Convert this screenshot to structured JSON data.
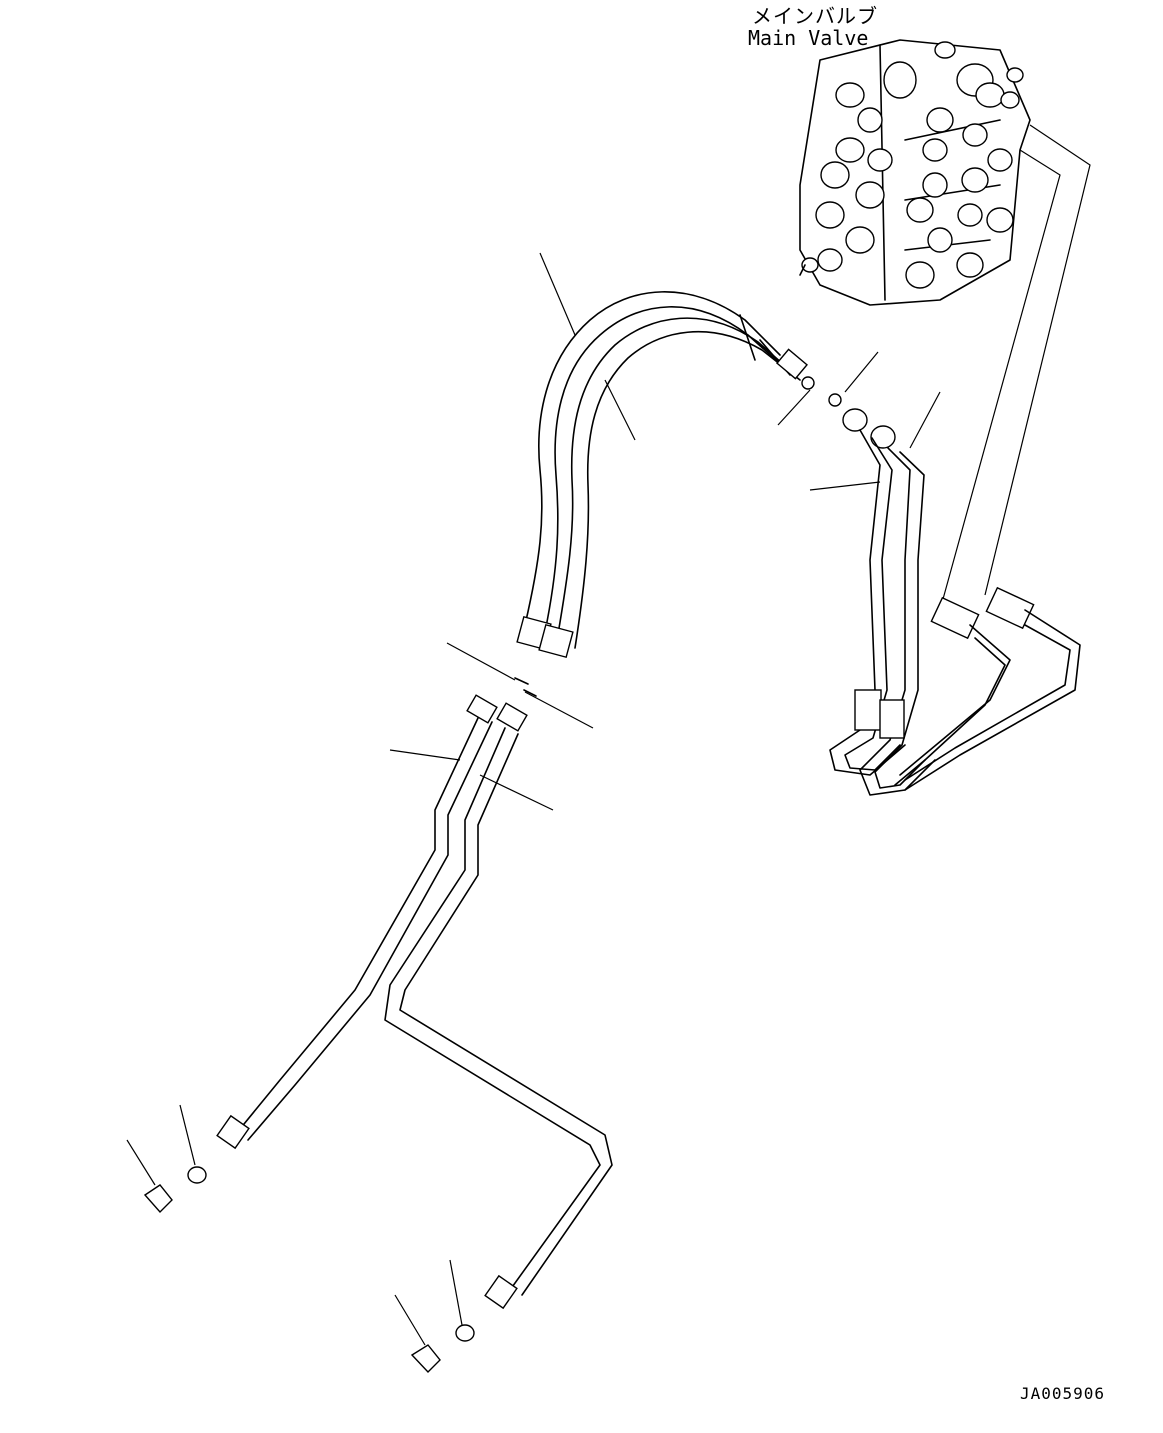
{
  "labels": {
    "main_valve_jp": "メインバルブ",
    "main_valve_en": "Main Valve"
  },
  "drawing_code": "JA005906",
  "colors": {
    "line": "#000000",
    "background": "#ffffff"
  }
}
